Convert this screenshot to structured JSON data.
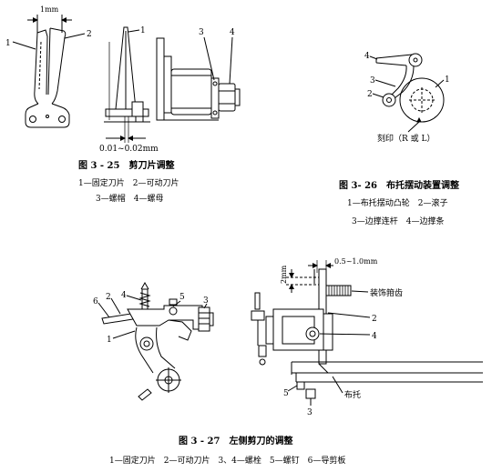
{
  "fig_3_25": {
    "caption": "图 3 - 25　剪刀片调整",
    "legend": [
      "1—固定刀片　2—可动刀片",
      "3—螺帽　4—螺母"
    ],
    "labels": {
      "gap_top": "1mm",
      "left_1": "1",
      "left_2": "2",
      "mid_1": "1",
      "right_3": "3",
      "right_4": "4",
      "gap_bottom": "0.01~0.02mm"
    }
  },
  "fig_3_26": {
    "caption": "图 3- 26　布托摆动装置调整",
    "legend": [
      "1—布托摆动凸轮　2—滚子",
      "3—边撑连杆　4—边撑条"
    ],
    "labels": {
      "p1": "1",
      "p2": "2",
      "p3": "3",
      "p4": "4",
      "mark": "刻印（R 或 L）"
    }
  },
  "fig_3_27": {
    "caption": "图 3 - 27　左侧剪刀的调整",
    "legend": "1—固定刀片　2—可动刀片　3、4—螺栓　5—螺钉　6—导剪板",
    "labels": {
      "left": {
        "p6": "6",
        "p2": "2",
        "p4": "4",
        "p5": "5",
        "p3": "3",
        "p1": "1"
      },
      "right": {
        "gap_v": "2mm",
        "gap_h": "0.5~1.0mm",
        "feed": "装饰箝齿",
        "p2": "2",
        "p4": "4",
        "p5": "5",
        "base": "布托",
        "p3": "3"
      }
    }
  }
}
